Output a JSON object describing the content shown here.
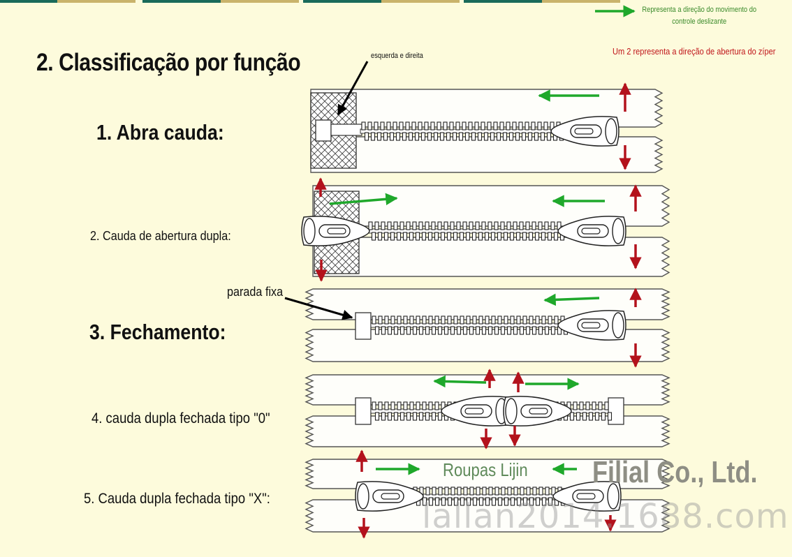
{
  "title": "2. Classificação por função",
  "legend": {
    "green_text": "Representa a direção do movimento do controle deslizante",
    "red_text": "Um 2 representa a direção de abertura do zíper",
    "green_color": "#1fa82b",
    "red_color": "#b3121c"
  },
  "annotations": {
    "left_right": "esquerda e direita",
    "fixed_stop": "parada fixa"
  },
  "types": [
    {
      "label": "1. Abra  cauda:"
    },
    {
      "label": "2. Cauda de abertura dupla:"
    },
    {
      "label": "3. Fechamento:"
    },
    {
      "label": "4. cauda dupla fechada tipo \"0\""
    },
    {
      "label": "5. Cauda dupla fechada tipo \"X\":"
    }
  ],
  "watermark": {
    "brand": "Roupas Lijin",
    "company": "Filial Co., Ltd.",
    "url": "lallan2014.1688.com"
  }
}
